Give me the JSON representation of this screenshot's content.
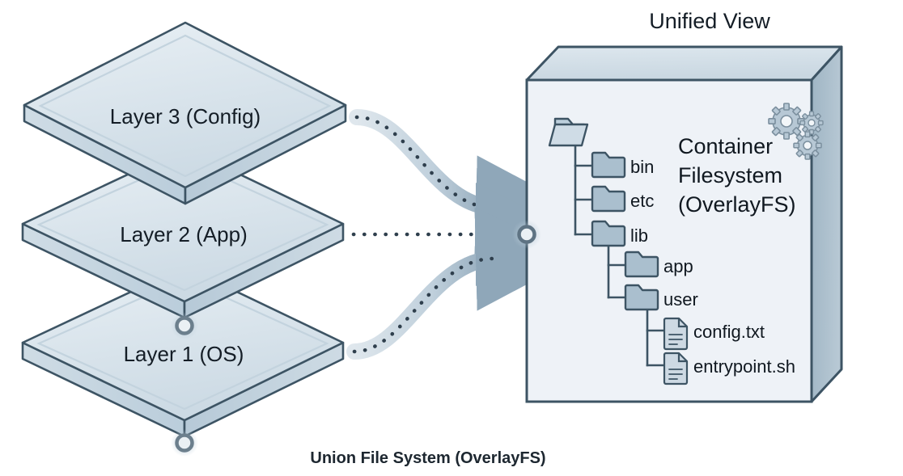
{
  "diagram": {
    "caption": "Union File System (OverlayFS)",
    "right_title": "Unified View",
    "colors": {
      "stroke": "#3d5464",
      "layer_top": "#dce7ef",
      "layer_side": "#bfd0dc",
      "box_front": "#eef2f7",
      "box_top": "#d4dfe8",
      "box_right": "#a8bdcb",
      "folder": "#aabfce",
      "file": "#cdd9e3",
      "arrow": "#9fb4c4",
      "dot": "#2f3f4d",
      "text": "#141d26"
    }
  },
  "layers": [
    {
      "id": "layer-3",
      "label": "Layer 3 (Config)"
    },
    {
      "id": "layer-2",
      "label": "Layer 2 (App)"
    },
    {
      "id": "layer-1",
      "label": "Layer 1 (OS)"
    }
  ],
  "arrows": [
    {
      "id": "arrow-layer-3",
      "style": "curve-down"
    },
    {
      "id": "arrow-layer-2",
      "style": "straight"
    },
    {
      "id": "arrow-layer-1",
      "style": "curve-up"
    }
  ],
  "unified_box": {
    "heading_lines": [
      "Container",
      "Filesystem",
      "(OverlayFS)"
    ],
    "gear_icons": [
      "gear-large-icon",
      "gear-small-icon",
      "gear-medium-icon"
    ],
    "tree": {
      "root": {
        "icon": "open-folder-icon",
        "label": ""
      },
      "nodes": [
        {
          "id": "node-bin",
          "label": "bin",
          "icon": "folder-icon",
          "depth": 1
        },
        {
          "id": "node-etc",
          "label": "etc",
          "icon": "folder-icon",
          "depth": 1
        },
        {
          "id": "node-lib",
          "label": "lib",
          "icon": "folder-icon",
          "depth": 1
        },
        {
          "id": "node-app",
          "label": "app",
          "icon": "folder-icon",
          "depth": 2
        },
        {
          "id": "node-user",
          "label": "user",
          "icon": "folder-icon",
          "depth": 2
        },
        {
          "id": "node-config-txt",
          "label": "config.txt",
          "icon": "file-icon",
          "depth": 3
        },
        {
          "id": "node-entrypoint-sh",
          "label": "entrypoint.sh",
          "icon": "file-icon",
          "depth": 3
        }
      ]
    }
  },
  "connectors": [
    {
      "id": "connector-mid",
      "shape": "circle"
    },
    {
      "id": "connector-bottom",
      "shape": "circle"
    },
    {
      "id": "connector-box",
      "shape": "circle"
    }
  ]
}
